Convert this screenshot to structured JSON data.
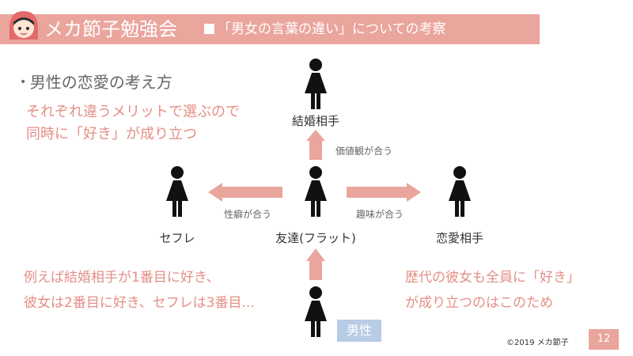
{
  "header": {
    "title": "メカ節子勉強会",
    "subtitle": "「男女の言葉の違い」についての考察"
  },
  "slide": {
    "bullet": "男性の恋愛の考え方",
    "note_top": [
      "それぞれ違うメリットで選ぶので",
      "同時に「好き」が成り立つ"
    ],
    "note_bottom_left": [
      "例えば結婚相手が1番目に好き、",
      "彼女は2番目に好き、セフレは3番目..."
    ],
    "note_bottom_right": [
      "歴代の彼女も全員に「好き」",
      "が成り立つのはこのため"
    ]
  },
  "diagram": {
    "nodes": {
      "marriage": "結婚相手",
      "friend": "友達(フラット)",
      "sefure": "セフレ",
      "romance": "恋愛相手",
      "male": "男性"
    },
    "edges": {
      "values": "価値観が合う",
      "sexual": "性癖が合う",
      "hobby": "趣味が合う"
    }
  },
  "footer": {
    "copyright": "©2019 メカ節子",
    "page": "12"
  },
  "colors": {
    "accent": "#eaa59d",
    "text_accent": "#e48f85",
    "badge": "#b9cce6",
    "figure": "#111111"
  }
}
